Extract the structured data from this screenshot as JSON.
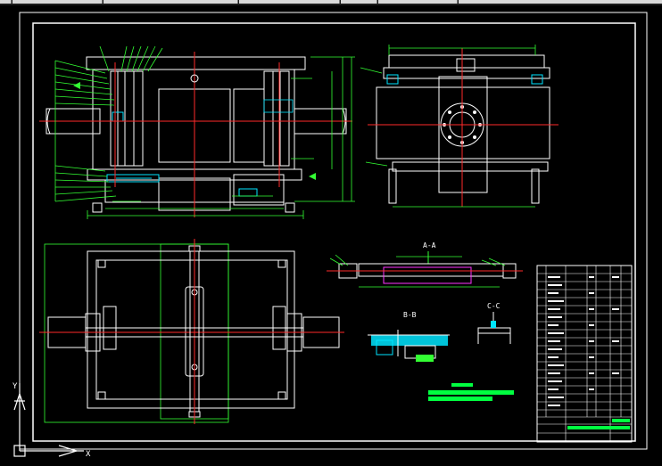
{
  "window": {
    "tabs": [
      "",
      "",
      "",
      "",
      "",
      "",
      ""
    ]
  },
  "drawing": {
    "background": "#000000",
    "colors": {
      "outline": "#ffffff",
      "center_line": "#ff2a2a",
      "dimension": "#33ff33",
      "leader": "#33ff33",
      "hidden": "#ffff55",
      "detail": "#00e5ff",
      "highlight": "#ff33ff",
      "title_block_text": "#ffffff",
      "title_fill": "#00ff40"
    },
    "views": {
      "front_view": {
        "label": ""
      },
      "side_view": {
        "label": ""
      },
      "top_view": {
        "label": ""
      },
      "section_a": {
        "label": "A-A"
      },
      "section_b": {
        "label": "B-B"
      },
      "section_c": {
        "label": "C-C"
      }
    },
    "ucs_icon": {
      "x_label": "X",
      "y_label": "Y"
    },
    "title_block": {
      "rows": 22,
      "cols": 6
    }
  }
}
